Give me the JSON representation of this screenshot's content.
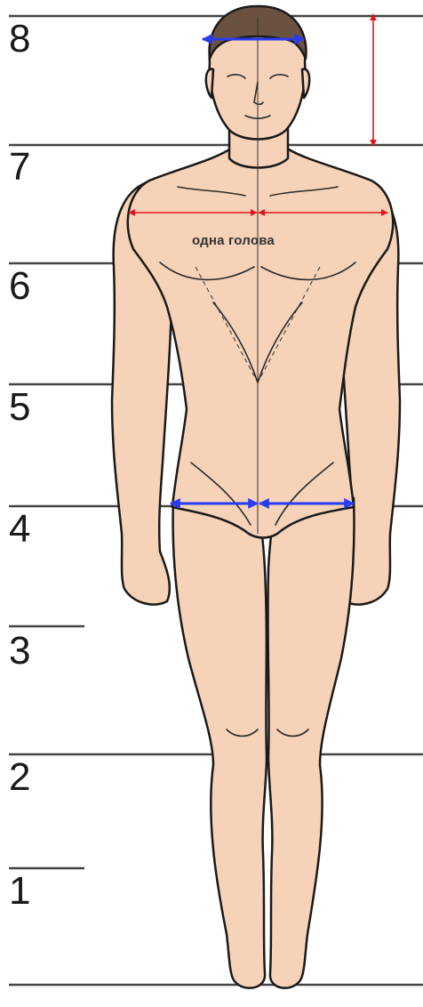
{
  "scale": {
    "marks": [
      "8",
      "7",
      "6",
      "5",
      "4",
      "3",
      "2",
      "1"
    ]
  },
  "annotation": {
    "label": "одна голова"
  },
  "colors": {
    "skin": "#f6d2b8",
    "outline": "#1a1a1a",
    "guide_lines": "#444444",
    "vertical_marker": "#e0141e",
    "horizontal_marker_red": "#e0141e",
    "horizontal_marker_blue": "#2a3cf0"
  }
}
